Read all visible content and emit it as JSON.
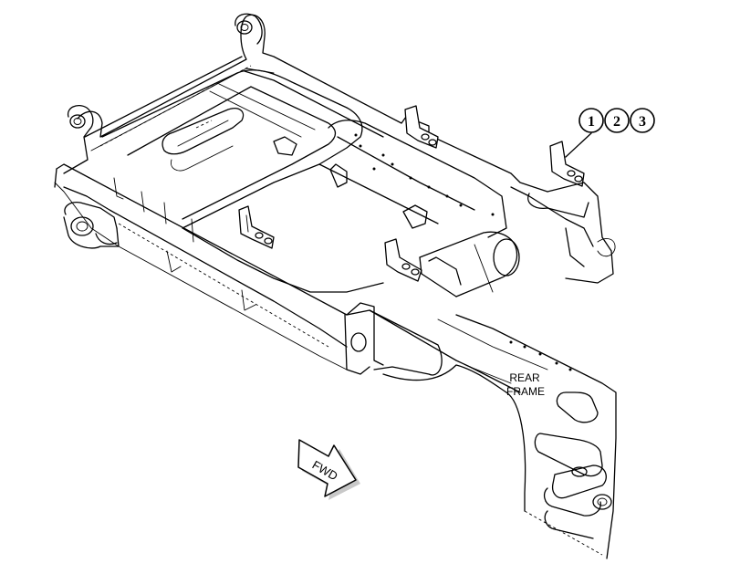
{
  "diagram": {
    "callouts": [
      "1",
      "2",
      "3"
    ],
    "labels": {
      "rear_frame_line1": "REAR",
      "rear_frame_line2": "FRAME",
      "fwd_arrow": "FWD"
    }
  }
}
